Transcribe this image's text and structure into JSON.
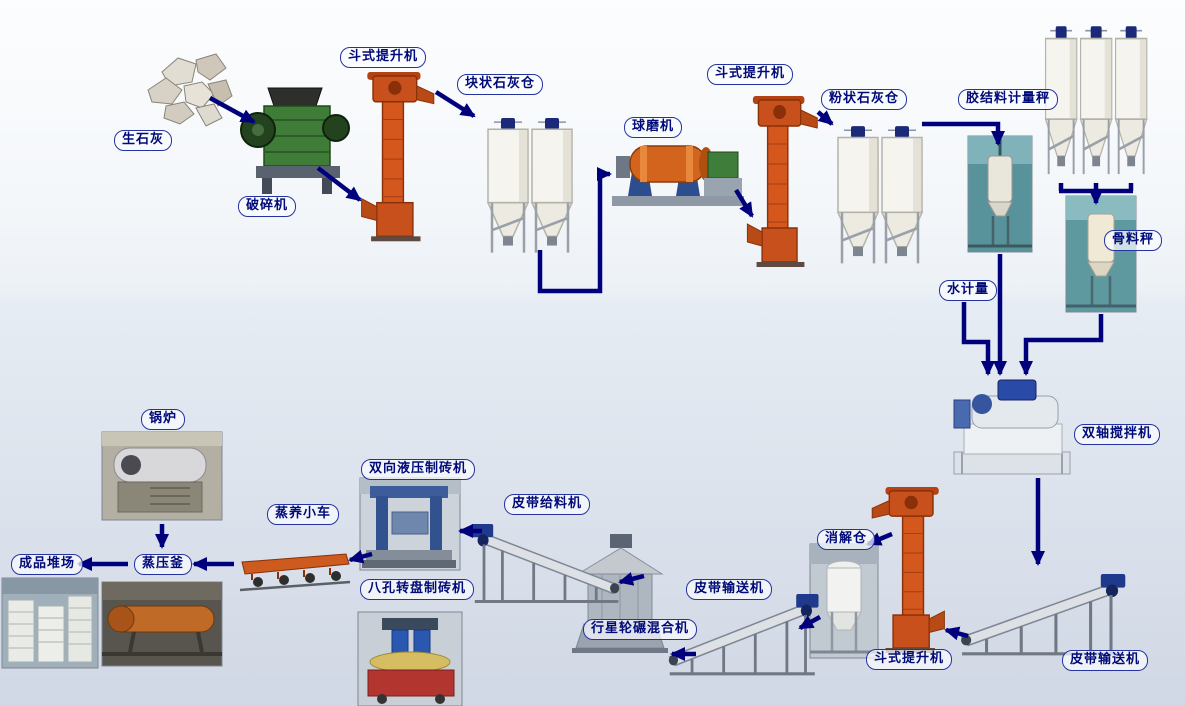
{
  "diagram": {
    "description": "Sand-lime / AAC brick production line process flow diagram",
    "palette": {
      "arrow_color": "#00007d",
      "label_border_color": "#2533a0",
      "label_text_color": "#000a78",
      "elevator_color": "#d4571e",
      "silo_body_color": "#f5f4ef",
      "silo_cap_color": "#1b2a78",
      "background_top": "#fcfdfe",
      "background_bottom": "#d1d8e5"
    },
    "labels": {
      "quicklime": "生石灰",
      "crusher": "破碎机",
      "bucket_elevator_1": "斗式提升机",
      "lump_lime_silo": "块状石灰仓",
      "ball_mill": "球磨机",
      "bucket_elevator_2": "斗式提升机",
      "powder_lime_silo": "粉状石灰仓",
      "binder_scale": "胶结料计量秤",
      "aggregate_scale": "骨料秤",
      "water_meter": "水计量",
      "double_shaft_mixer": "双轴搅拌机",
      "belt_conveyor_right": "皮带输送机",
      "bucket_elevator_3": "斗式提升机",
      "digestion_silo": "消解仓",
      "belt_conveyor_mid": "皮带输送机",
      "planetary_mixer": "行星轮碾混合机",
      "belt_feeder": "皮带给料机",
      "hydraulic_brick_machine": "双向液压制砖机",
      "rotary_brick_machine": "八孔转盘制砖机",
      "steam_cart": "蒸养小车",
      "autoclave": "蒸压釜",
      "boiler": "锅炉",
      "product_yard": "成品堆场"
    }
  }
}
